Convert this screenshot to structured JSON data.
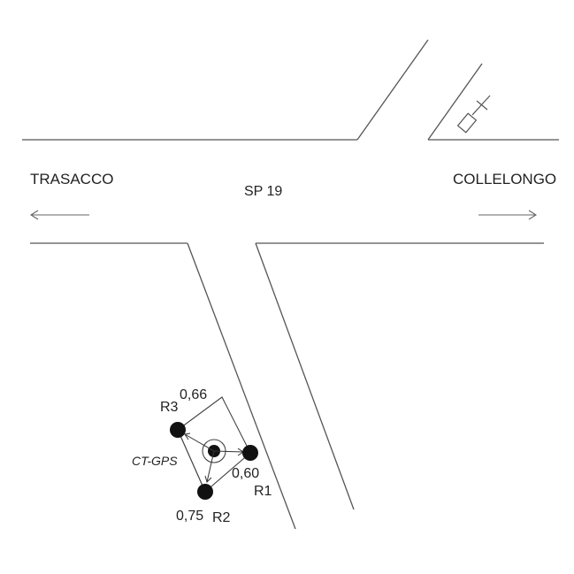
{
  "labels": {
    "left_town": "TRASACCO",
    "right_town": "COLLELONGO",
    "road": "SP 19",
    "station": "CT-GPS"
  },
  "receivers": [
    {
      "name": "R1",
      "distance": "0,60"
    },
    {
      "name": "R2",
      "distance": "0,75"
    },
    {
      "name": "R3",
      "distance": "0,66"
    }
  ],
  "colors": {
    "line": "#555555",
    "marker": "#111111",
    "text": "#222222"
  },
  "icons": [
    "left-arrow-icon",
    "right-arrow-icon",
    "cross-symbol-icon"
  ]
}
